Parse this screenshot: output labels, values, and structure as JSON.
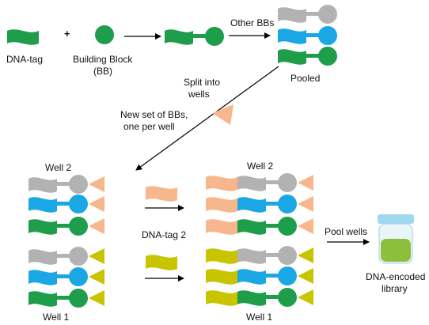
{
  "colors": {
    "green": "#1e9d4b",
    "blue": "#1aa7e4",
    "gray": "#b2b2b2",
    "salmon": "#f7b68c",
    "olive": "#c8c400",
    "vial_liquid": "#8dbe3c",
    "vial_cap": "#9fd8ef",
    "vial_glass": "#eaf5f8",
    "arrow": "#000000"
  },
  "labels": {
    "dna_tag": "DNA-tag",
    "plus": "+",
    "building_block_line1": "Building Block",
    "building_block_line2": "(BB)",
    "other_bbs": "Other BBs",
    "pooled": "Pooled",
    "split_line1": "Split into",
    "split_line2": "wells",
    "new_set_line1": "New set of BBs,",
    "new_set_line2": "one per well",
    "well2_left": "Well 2",
    "well1_left": "Well 1",
    "dna_tag_2": "DNA-tag 2",
    "well2_right": "Well 2",
    "well1_right": "Well 1",
    "pool_wells": "Pool wells",
    "dna_encoded_line1": "DNA-encoded",
    "dna_encoded_line2": "library"
  },
  "icons": {
    "tag": "wavy-tag-icon",
    "building_block": "circle-building-block-icon",
    "second_bb": "triangle-building-block-icon",
    "vial": "vial-icon"
  }
}
